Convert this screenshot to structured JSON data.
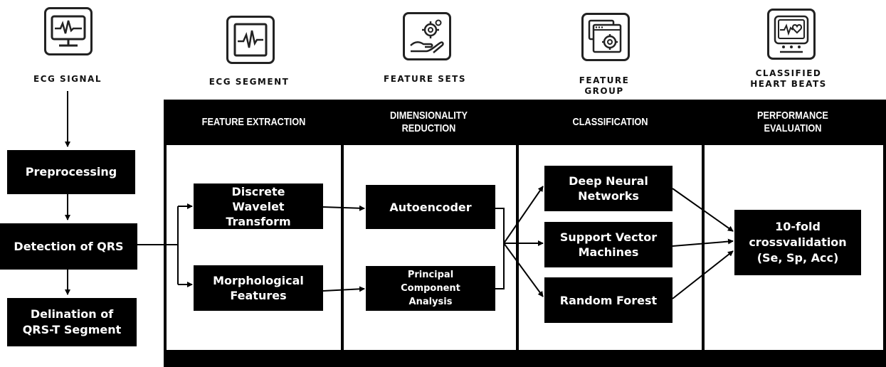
{
  "icons": [
    {
      "name": "ecg-signal",
      "label": "ECG SIGNAL",
      "icon": "monitor-ecg-icon"
    },
    {
      "name": "ecg-segment",
      "label": "ECG SEGMENT",
      "icon": "ecg-waveform-icon"
    },
    {
      "name": "feature-sets",
      "label": "FEATURE SETS",
      "icon": "hand-gear-icon"
    },
    {
      "name": "feature-group",
      "label": "FEATURE GROUP",
      "icon": "window-gear-icon"
    },
    {
      "name": "classified-heart-beats",
      "label": "CLASSIFIED HEART BEATS",
      "icon": "heart-monitor-icon"
    }
  ],
  "columns": [
    {
      "header": "FEATURE EXTRACTION"
    },
    {
      "header": "DIMENSIONALITY REDUCTION"
    },
    {
      "header": "CLASSIFICATION"
    },
    {
      "header": "PERFORMANCE EVALUATION"
    }
  ],
  "left_steps": [
    "Preprocessing",
    "Detection of QRS",
    "Delination of QRS-T Segment"
  ],
  "feature_extraction": [
    "Discrete Wavelet Transform",
    "Morphological Features"
  ],
  "dimensionality_reduction": [
    "Autoencoder",
    "Principal Component Analysis"
  ],
  "classifiers": [
    "Deep Neural Networks",
    "Support Vector Machines",
    "Random Forest"
  ],
  "evaluation": [
    "10-fold crossvalidation (Se, Sp, Acc)"
  ],
  "colors": {
    "box": "#000000",
    "text_on_box": "#ffffff",
    "line": "#000000",
    "background": "#ffffff"
  }
}
